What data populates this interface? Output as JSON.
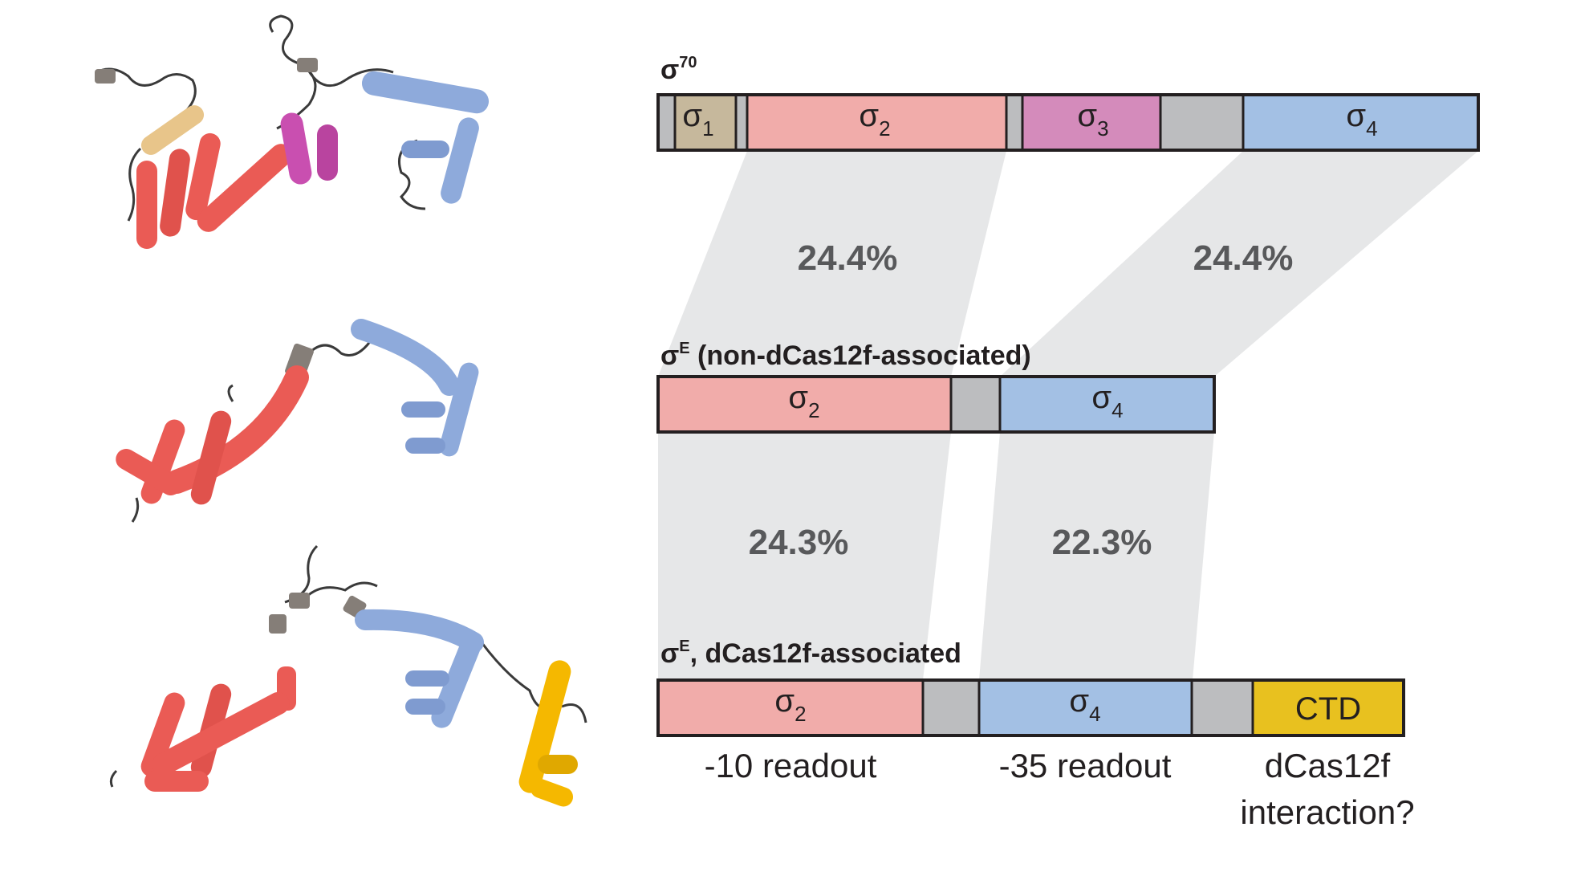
{
  "colors": {
    "sigma1": "#c6b89c",
    "sigma2": "#f1acaa",
    "sigma3": "#d48bbb",
    "sigma4": "#a3c0e4",
    "linker": "#bcbdbf",
    "ctd": "#e8c11f",
    "similarity_band": "#e6e7e8",
    "structure_red": "#ea5b55",
    "structure_blue": "#8eaadb",
    "structure_magenta": "#c94fb0",
    "structure_tan": "#e8c58a",
    "structure_yellow": "#f5b800",
    "structure_grey": "#857e78"
  },
  "rows": [
    {
      "label_main": "σ",
      "label_sup": "70",
      "label_rest": "",
      "segments": [
        {
          "type": "linker"
        },
        {
          "type": "sigma1",
          "symbol": "σ",
          "sub": "1"
        },
        {
          "type": "linker"
        },
        {
          "type": "sigma2",
          "symbol": "σ",
          "sub": "2"
        },
        {
          "type": "linker"
        },
        {
          "type": "sigma3",
          "symbol": "σ",
          "sub": "3"
        },
        {
          "type": "linker"
        },
        {
          "type": "sigma4",
          "symbol": "σ",
          "sub": "4"
        }
      ]
    },
    {
      "label_main": "σ",
      "label_sup": "E",
      "label_rest": " (non-dCas12f-associated)",
      "segments": [
        {
          "type": "sigma2",
          "symbol": "σ",
          "sub": "2"
        },
        {
          "type": "linker"
        },
        {
          "type": "sigma4",
          "symbol": "σ",
          "sub": "4"
        }
      ]
    },
    {
      "label_main": "σ",
      "label_sup": "E",
      "label_rest": ", dCas12f-associated",
      "segments": [
        {
          "type": "sigma2",
          "symbol": "σ",
          "sub": "2"
        },
        {
          "type": "linker"
        },
        {
          "type": "sigma4",
          "symbol": "σ",
          "sub": "4"
        },
        {
          "type": "linker"
        },
        {
          "type": "ctd",
          "text": "CTD"
        }
      ]
    }
  ],
  "identities": {
    "top_sigma2": "24.4%",
    "top_sigma4": "24.4%",
    "bottom_sigma2": "24.3%",
    "bottom_sigma4": "22.3%"
  },
  "captions": {
    "minus10": "-10 readout",
    "minus35": "-35 readout",
    "ctd_line1": "dCas12f",
    "ctd_line2": "interaction?"
  }
}
